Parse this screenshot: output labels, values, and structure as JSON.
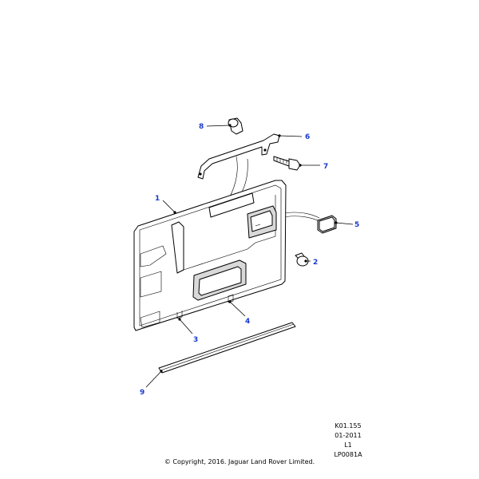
{
  "callouts": {
    "c1": "1",
    "c2": "2",
    "c3": "3",
    "c4": "4",
    "c5": "5",
    "c6": "6",
    "c7": "7",
    "c8": "8",
    "c9": "9"
  },
  "meta": {
    "ref": "K01.155",
    "date": "01-2011",
    "level": "L1",
    "code": "LP0081A"
  },
  "copyright": "© Copyright, 2016. Jaguar Land Rover Limited.",
  "colors": {
    "callout": "#1a3acc",
    "line": "#000000",
    "background": "#ffffff"
  }
}
